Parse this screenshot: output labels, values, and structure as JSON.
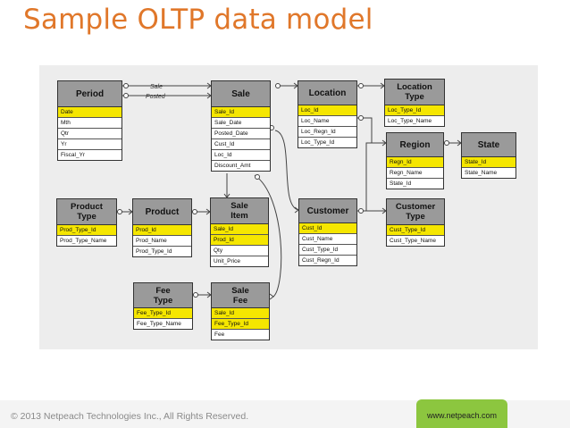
{
  "slide": {
    "title": "Sample OLTP data model",
    "copyright": "© 2013 Netpeach Technologies Inc., All Rights Reserved.",
    "website": "www.netpeach.com"
  },
  "entities": {
    "period": {
      "title": "Period",
      "attributes": [
        "Date",
        "Mth",
        "Qtr",
        "Yr",
        "Fiscal_Yr"
      ]
    },
    "sale": {
      "title": "Sale",
      "attributes": [
        "Sale_Id",
        "Sale_Date",
        "Posted_Date",
        "Cust_Id",
        "Loc_Id",
        "Discount_Amt"
      ]
    },
    "location": {
      "title": "Location",
      "attributes": [
        "Loc_Id",
        "Loc_Name",
        "Loc_Regn_Id",
        "Loc_Type_Id"
      ]
    },
    "location_type": {
      "title_line1": "Location",
      "title_line2": "Type",
      "attributes": [
        "Loc_Type_Id",
        "Loc_Type_Name"
      ]
    },
    "region": {
      "title": "Region",
      "attributes": [
        "Regn_Id",
        "Regn_Name",
        "State_Id"
      ]
    },
    "state": {
      "title": "State",
      "attributes": [
        "State_Id",
        "State_Name"
      ]
    },
    "product_type": {
      "title_line1": "Product",
      "title_line2": "Type",
      "attributes": [
        "Prod_Type_Id",
        "Prod_Type_Name"
      ]
    },
    "product": {
      "title": "Product",
      "attributes": [
        "Prod_Id",
        "Prod_Name",
        "Prod_Type_Id"
      ]
    },
    "sale_item": {
      "title_line1": "Sale",
      "title_line2": "Item",
      "attributes": [
        "Sale_Id",
        "Prod_Id",
        "Qty",
        "Unit_Price"
      ]
    },
    "customer": {
      "title": "Customer",
      "attributes": [
        "Cust_Id",
        "Cust_Name",
        "Cust_Type_Id",
        "Cust_Regn_Id"
      ]
    },
    "customer_type": {
      "title_line1": "Customer",
      "title_line2": "Type",
      "attributes": [
        "Cust_Type_Id",
        "Cust_Type_Name"
      ]
    },
    "fee_type": {
      "title_line1": "Fee",
      "title_line2": "Type",
      "attributes": [
        "Fee_Type_Id",
        "Fee_Type_Name"
      ]
    },
    "sale_fee": {
      "title_line1": "Sale",
      "title_line2": "Fee",
      "attributes": [
        "Sale_Id",
        "Fee_Type_Id",
        "Fee"
      ]
    }
  },
  "relationship_labels": {
    "sale": "Sale",
    "posted": "Posted"
  },
  "colors": {
    "title": "#e0772a",
    "header": "#9a9a9a",
    "key": "#f5e600",
    "footer_tab": "#8cc63f"
  }
}
